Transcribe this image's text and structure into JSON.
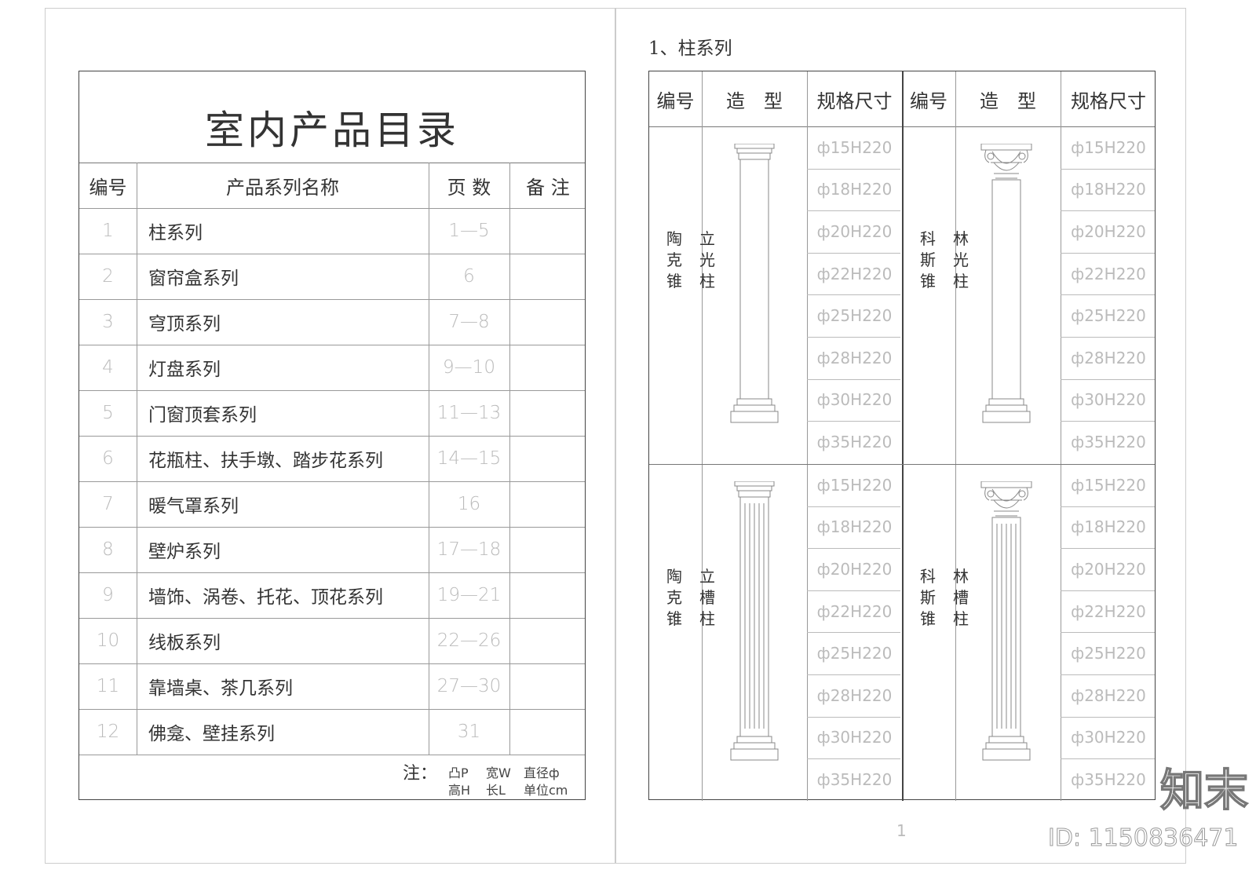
{
  "left": {
    "title": "室内产品目录",
    "headers": [
      "编号",
      "产品系列名称",
      "页 数",
      "备 注"
    ],
    "rows": [
      {
        "no": "1",
        "name": "柱系列",
        "pages": "1—5"
      },
      {
        "no": "2",
        "name": "窗帘盒系列",
        "pages": "6"
      },
      {
        "no": "3",
        "name": "穹顶系列",
        "pages": "7—8"
      },
      {
        "no": "4",
        "name": "灯盘系列",
        "pages": "9—10"
      },
      {
        "no": "5",
        "name": "门窗顶套系列",
        "pages": "11—13"
      },
      {
        "no": "6",
        "name": "花瓶柱、扶手墩、踏步花系列",
        "pages": "14—15"
      },
      {
        "no": "7",
        "name": "暖气罩系列",
        "pages": "16"
      },
      {
        "no": "8",
        "name": "壁炉系列",
        "pages": "17—18"
      },
      {
        "no": "9",
        "name": "墙饰、涡卷、托花、顶花系列",
        "pages": "19—21"
      },
      {
        "no": "10",
        "name": "线板系列",
        "pages": "22—26"
      },
      {
        "no": "11",
        "name": "靠墙桌、茶几系列",
        "pages": "27—30"
      },
      {
        "no": "12",
        "name": "佛龛、壁挂系列",
        "pages": "31"
      }
    ],
    "note": {
      "label": "注：",
      "items": [
        "凸P",
        "宽W",
        "直径ф",
        "高H",
        "长L",
        "单位cm"
      ]
    }
  },
  "right": {
    "section_title": "1、柱系列",
    "headers": [
      "编号",
      "造　型",
      "规格尺寸",
      "编号",
      "造　型",
      "规格尺寸"
    ],
    "products": [
      {
        "name": [
          "陶",
          "克",
          "锥",
          "立",
          "光",
          "柱"
        ]
      },
      {
        "name": [
          "科",
          "斯",
          "锥",
          "林",
          "光",
          "柱"
        ]
      },
      {
        "name": [
          "陶",
          "克",
          "锥",
          "立",
          "槽",
          "柱"
        ]
      },
      {
        "name": [
          "科",
          "斯",
          "锥",
          "林",
          "槽",
          "柱"
        ]
      }
    ],
    "specs": [
      "ф15H220",
      "ф18H220",
      "ф20H220",
      "ф22H220",
      "ф25H220",
      "ф28H220",
      "ф30H220",
      "ф35H220"
    ],
    "page_number": "1"
  },
  "watermark": {
    "logo": "知末",
    "id": "ID: 1150836471"
  }
}
